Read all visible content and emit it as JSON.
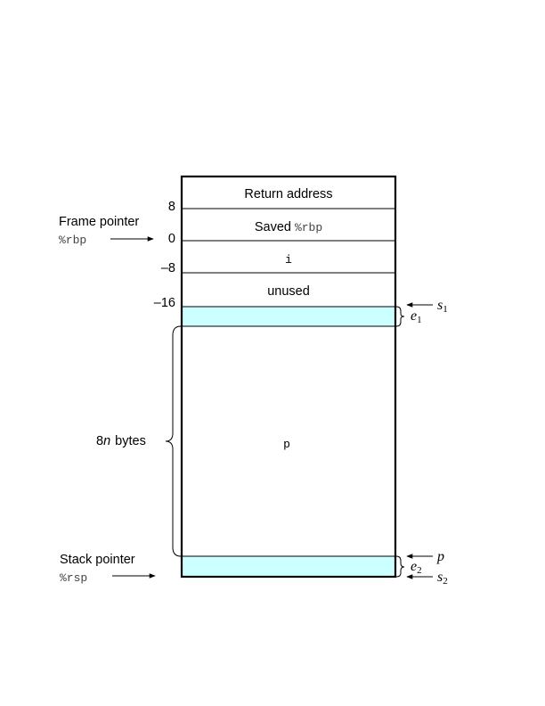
{
  "colors": {
    "pad": "#ccffff",
    "ink": "#000000"
  },
  "cells": {
    "return_address": "Return address",
    "saved_prefix": "Saved",
    "saved_reg": "%rbp",
    "i": "i",
    "unused": "unused",
    "p": "p"
  },
  "offsets": {
    "o8": "8",
    "o0": "0",
    "om8": "–8",
    "om16": "–16"
  },
  "frame_pointer": {
    "label": "Frame pointer",
    "reg": "%rbp"
  },
  "stack_pointer": {
    "label": "Stack pointer",
    "reg": "%rsp"
  },
  "array_size": {
    "coef": "8",
    "var": "n",
    "unit": "bytes"
  },
  "markers": {
    "s1": {
      "base": "s",
      "sub": "1"
    },
    "e1": {
      "base": "e",
      "sub": "1"
    },
    "p": "p",
    "e2": {
      "base": "e",
      "sub": "2"
    },
    "s2": {
      "base": "s",
      "sub": "2"
    }
  }
}
